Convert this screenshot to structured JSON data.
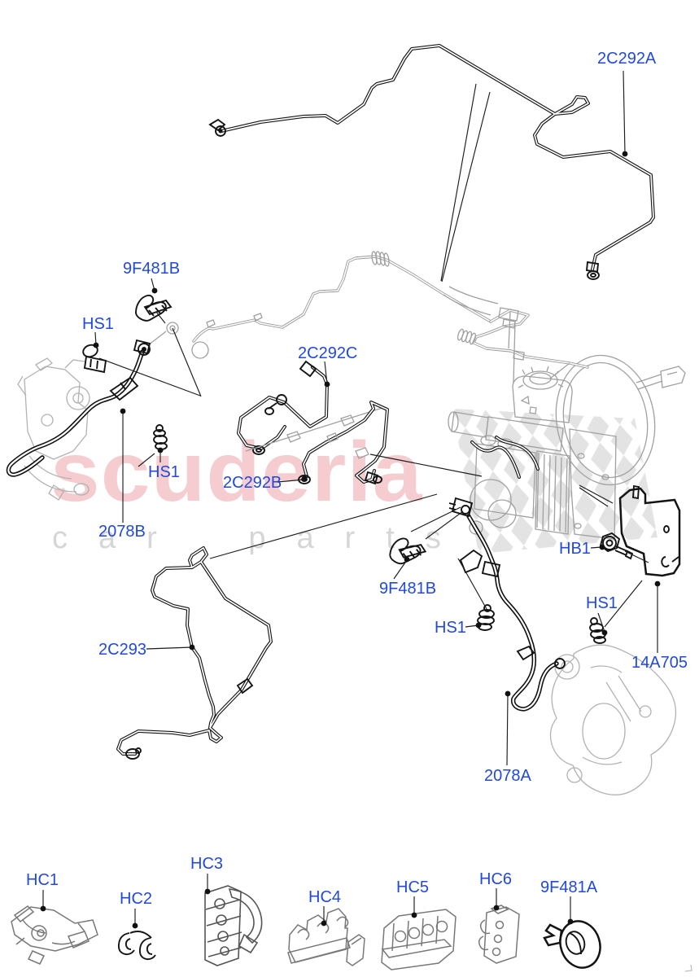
{
  "diagram": {
    "watermark": {
      "brand": "scuderia",
      "tagline": "car parts"
    },
    "labels": [
      {
        "text": "2C292A"
      },
      {
        "text": "9F481B"
      },
      {
        "text": "HS1"
      },
      {
        "text": "2C292C"
      },
      {
        "text": "2C292B"
      },
      {
        "text": "2078B"
      },
      {
        "text": "HS1"
      },
      {
        "text": "2C293"
      },
      {
        "text": "9F481B"
      },
      {
        "text": "HS1"
      },
      {
        "text": "HB1"
      },
      {
        "text": "HS1"
      },
      {
        "text": "14A705"
      },
      {
        "text": "2078A"
      },
      {
        "text": "HC1"
      },
      {
        "text": "HC2"
      },
      {
        "text": "HC3"
      },
      {
        "text": "HC4"
      },
      {
        "text": "HC5"
      },
      {
        "text": "HC6"
      },
      {
        "text": "9F481A"
      }
    ],
    "colors": {
      "label": "#2149db",
      "watermark_brand": "#e05a62",
      "watermark_tagline": "#cfcfcf",
      "checker": "#dcdcdc"
    }
  }
}
